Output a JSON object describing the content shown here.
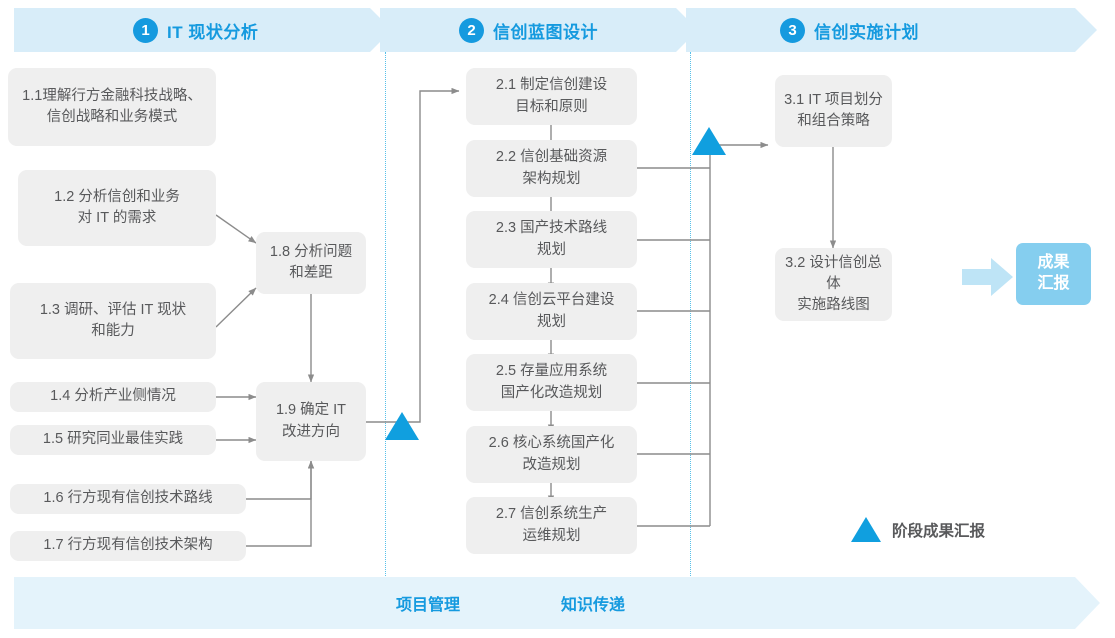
{
  "phases": [
    {
      "num": "1",
      "title": "IT 现状分析"
    },
    {
      "num": "2",
      "title": "信创蓝图设计"
    },
    {
      "num": "3",
      "title": "信创实施计划"
    }
  ],
  "nodes_phase1": [
    {
      "id": "1.1",
      "text": "1.1理解行方金融科技战略、\n信创战略和业务模式"
    },
    {
      "id": "1.2",
      "text": "1.2 分析信创和业务\n对 IT 的需求"
    },
    {
      "id": "1.3",
      "text": "1.3 调研、评估 IT 现状\n和能力"
    },
    {
      "id": "1.4",
      "text": "1.4 分析产业侧情况"
    },
    {
      "id": "1.5",
      "text": "1.5 研究同业最佳实践"
    },
    {
      "id": "1.6",
      "text": "1.6 行方现有信创技术路线"
    },
    {
      "id": "1.7",
      "text": "1.7 行方现有信创技术架构"
    },
    {
      "id": "1.8",
      "text": "1.8 分析问题\n和差距"
    },
    {
      "id": "1.9",
      "text": "1.9 确定 IT\n改进方向"
    }
  ],
  "nodes_phase2": [
    {
      "id": "2.1",
      "text": "2.1 制定信创建设\n目标和原则"
    },
    {
      "id": "2.2",
      "text": "2.2 信创基础资源\n架构规划"
    },
    {
      "id": "2.3",
      "text": "2.3 国产技术路线\n规划"
    },
    {
      "id": "2.4",
      "text": "2.4 信创云平台建设\n规划"
    },
    {
      "id": "2.5",
      "text": "2.5 存量应用系统\n国产化改造规划"
    },
    {
      "id": "2.6",
      "text": "2.6 核心系统国产化\n改造规划"
    },
    {
      "id": "2.7",
      "text": "2.7 信创系统生产\n运维规划"
    }
  ],
  "nodes_phase3": [
    {
      "id": "3.1",
      "text": "3.1 IT 项目划分\n和组合策略"
    },
    {
      "id": "3.2",
      "text": "3.2 设计信创总体\n实施路线图"
    }
  ],
  "result_badge": {
    "text": "成果\n汇报"
  },
  "legend": {
    "text": "阶段成果汇报"
  },
  "bottom_band": {
    "labels": [
      {
        "text": "项目管理"
      },
      {
        "text": "知识传递"
      }
    ]
  },
  "colors": {
    "accent_blue": "#159ADF",
    "band_fill": "#D8EDF9",
    "bottom_band_fill": "#E4F3FB",
    "node_fill": "#EFEFEF",
    "node_text": "#58595B",
    "badge_fill": "#85CEEF",
    "badge_arrow": "#BEE4F6",
    "connector": "#8C8C8C",
    "divider": "#57C0E9",
    "triangle": "#109FDF"
  }
}
